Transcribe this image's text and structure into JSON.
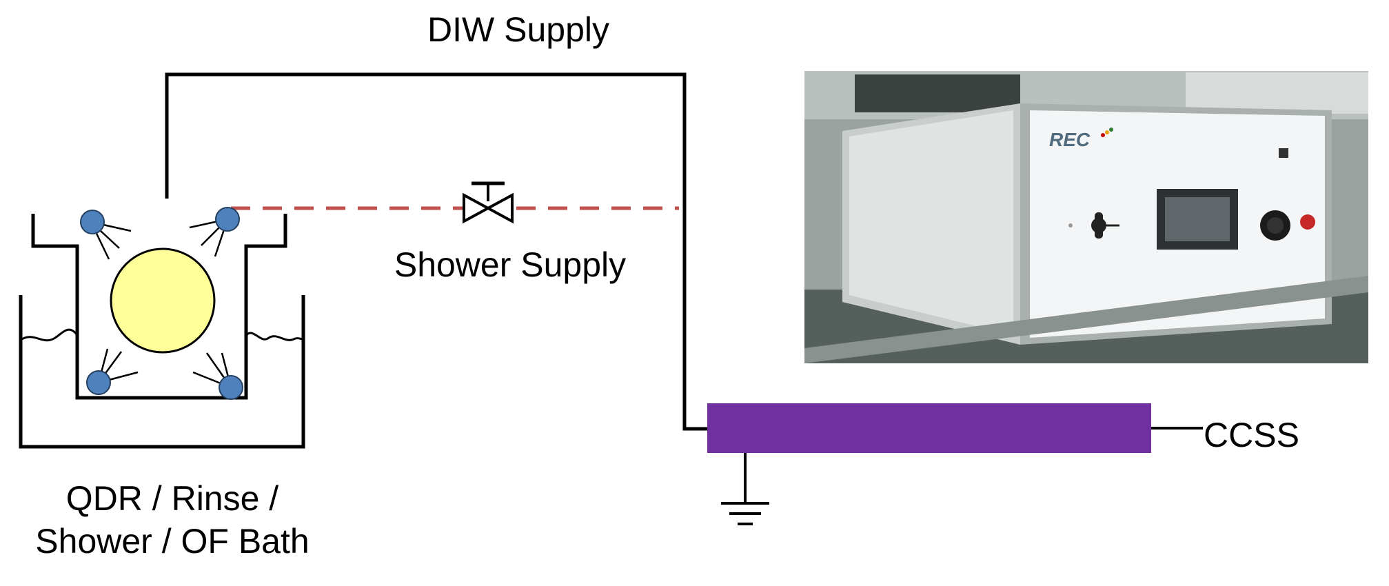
{
  "labels": {
    "diw_supply": "DIW Supply",
    "shower_supply": "Shower Supply",
    "bath_line1": "QDR / Rinse /",
    "bath_line2": "Shower / OF Bath",
    "ccss": "CCSS",
    "device_brand": "REC"
  },
  "colors": {
    "line": "#000000",
    "shower_line": "#c0504d",
    "nozzle": "#4f81bd",
    "wafer": "#ffff99",
    "ccss_bar": "#7030a0"
  },
  "icons": {
    "valve": "valve-icon",
    "ground": "ground-icon"
  }
}
